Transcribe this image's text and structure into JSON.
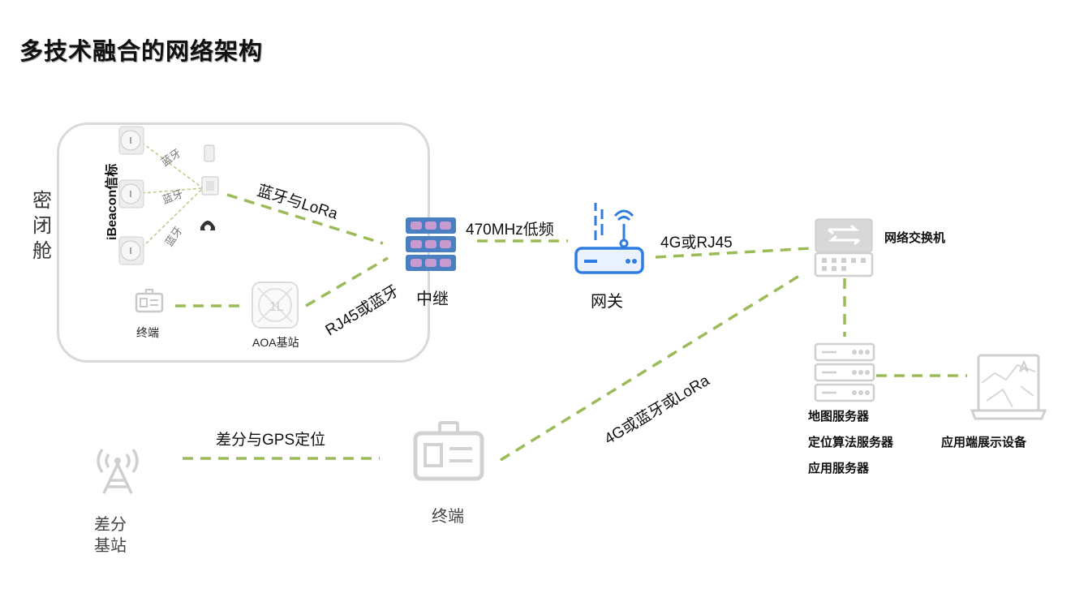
{
  "title": "多技术融合的网络架构",
  "enclosure": {
    "label": "密闭舱",
    "chars": [
      "密",
      "闭",
      "舱"
    ]
  },
  "ibeacon": {
    "label": "iBeacon信标",
    "link_label": "蓝牙"
  },
  "nodes": {
    "terminal_small": "终端",
    "aoa_station": "AOA基站",
    "relay": "中继",
    "gateway": "网关",
    "switch": "网络交换机",
    "servers": [
      "地图服务器",
      "定位算法服务器",
      "应用服务器"
    ],
    "display": "应用端展示设备",
    "terminal": "终端",
    "diff_station": {
      "chars": [
        "差分",
        "基站"
      ]
    }
  },
  "links": {
    "bt_lora": "蓝牙与LoRa",
    "rj45_bt": "RJ45或蓝牙",
    "mhz470": "470MHz低频",
    "g4_rj45": "4G或RJ45",
    "g4_bt_lora": "4G或蓝牙或LoRa",
    "diff_gps": "差分与GPS定位"
  },
  "colors": {
    "link": "#9bbb59",
    "relay_blue": "#4a7fc1",
    "gateway_blue": "#2f7de1",
    "icon_gray": "#c8c8c8"
  },
  "icons": [
    "beacon-icon",
    "relay-rack-icon",
    "router-icon",
    "switch-icon",
    "server-icon",
    "laptop-icon",
    "badge-icon",
    "tower-icon",
    "aoa-icon"
  ]
}
